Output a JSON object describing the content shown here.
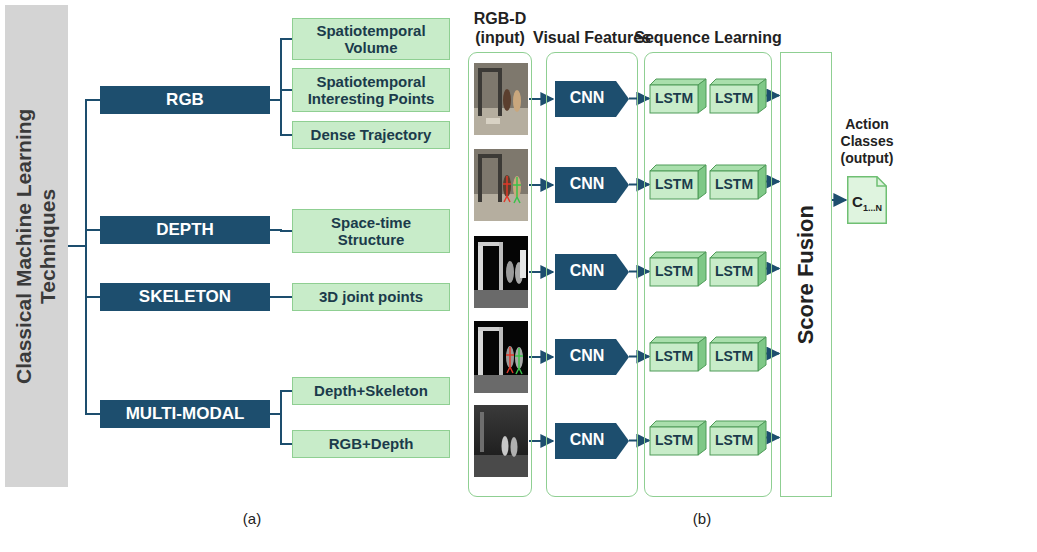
{
  "diagram": {
    "nodes": [
      {
        "text": [
          "Classical Machine Learning Techniques"
        ]
      },
      {
        "text": [
          "RGB"
        ]
      },
      {
        "text": [
          "Spatiotemporal Volume"
        ]
      },
      {
        "text": [
          "Spatiotemporal Interesting Points"
        ]
      },
      {
        "text": [
          "Dense Trajectory"
        ]
      },
      {
        "text": [
          "DEPTH"
        ]
      },
      {
        "text": [
          "Space-time Structure"
        ]
      },
      {
        "text": [
          "SKELETON"
        ]
      },
      {
        "text": [
          "3D joint points"
        ]
      },
      {
        "text": [
          "MULTI-MODAL"
        ]
      },
      {
        "text": [
          "Depth+Skeleton"
        ]
      },
      {
        "text": [
          "RGB+Depth"
        ]
      },
      {
        "text": [
          "RGB-D (input)"
        ]
      },
      {
        "text": [
          "Visual Features"
        ]
      },
      {
        "text": [
          "Sequence Learning"
        ]
      },
      {
        "text": [
          "CNN"
        ],
        "in": 13
      },
      {
        "text": [
          "CNN"
        ],
        "in": 13
      },
      {
        "text": [
          "CNN"
        ],
        "in": 13
      },
      {
        "text": [
          "CNN"
        ],
        "in": 13
      },
      {
        "text": [
          "CNN"
        ],
        "in": 13
      },
      {
        "text": [
          "LSTM"
        ],
        "in": 14
      },
      {
        "text": [
          "LSTM"
        ],
        "in": 14
      },
      {
        "text": [
          "LSTM"
        ],
        "in": 14
      },
      {
        "text": [
          "LSTM"
        ],
        "in": 14
      },
      {
        "text": [
          "LSTM"
        ],
        "in": 14
      },
      {
        "text": [
          "LSTM"
        ],
        "in": 14
      },
      {
        "text": [
          "LSTM"
        ],
        "in": 14
      },
      {
        "text": [
          "LSTM"
        ],
        "in": 14
      },
      {
        "text": [
          "LSTM"
        ],
        "in": 14
      },
      {
        "text": [
          "LSTM"
        ],
        "in": 14
      },
      {
        "text": [
          "Score Fusion"
        ]
      },
      {
        "text": [
          "C",
          "1...N"
        ]
      }
    ],
    "edges": [
      {
        "from": 0,
        "to": 1,
        "arrow": "none"
      },
      {
        "from": 0,
        "to": 5,
        "arrow": "none"
      },
      {
        "from": 0,
        "to": 7,
        "arrow": "none"
      },
      {
        "from": 0,
        "to": 9,
        "arrow": "none"
      },
      {
        "from": 1,
        "to": 2,
        "arrow": "none"
      },
      {
        "from": 1,
        "to": 3,
        "arrow": "none"
      },
      {
        "from": 1,
        "to": 4,
        "arrow": "none"
      },
      {
        "from": 5,
        "to": 6,
        "arrow": "none"
      },
      {
        "from": 7,
        "to": 8,
        "arrow": "none"
      },
      {
        "from": 9,
        "to": 10,
        "arrow": "none"
      },
      {
        "from": 9,
        "to": 11,
        "arrow": "none"
      },
      {
        "from": 15,
        "to": 20,
        "arrow": "to"
      },
      {
        "from": 16,
        "to": 22,
        "arrow": "to"
      },
      {
        "from": 17,
        "to": 24,
        "arrow": "to"
      },
      {
        "from": 18,
        "to": 26,
        "arrow": "to"
      },
      {
        "from": 19,
        "to": 28,
        "arrow": "to"
      },
      {
        "from": 21,
        "to": 30,
        "arrow": "to"
      },
      {
        "from": 23,
        "to": 30,
        "arrow": "to"
      },
      {
        "from": 25,
        "to": 30,
        "arrow": "to"
      },
      {
        "from": 27,
        "to": 30,
        "arrow": "to"
      },
      {
        "from": 29,
        "to": 30,
        "arrow": "to"
      },
      {
        "from": 30,
        "to": 31,
        "arrow": "to"
      }
    ],
    "labels": [
      "Action Classes (output)",
      "(a)",
      "(b)"
    ]
  }
}
